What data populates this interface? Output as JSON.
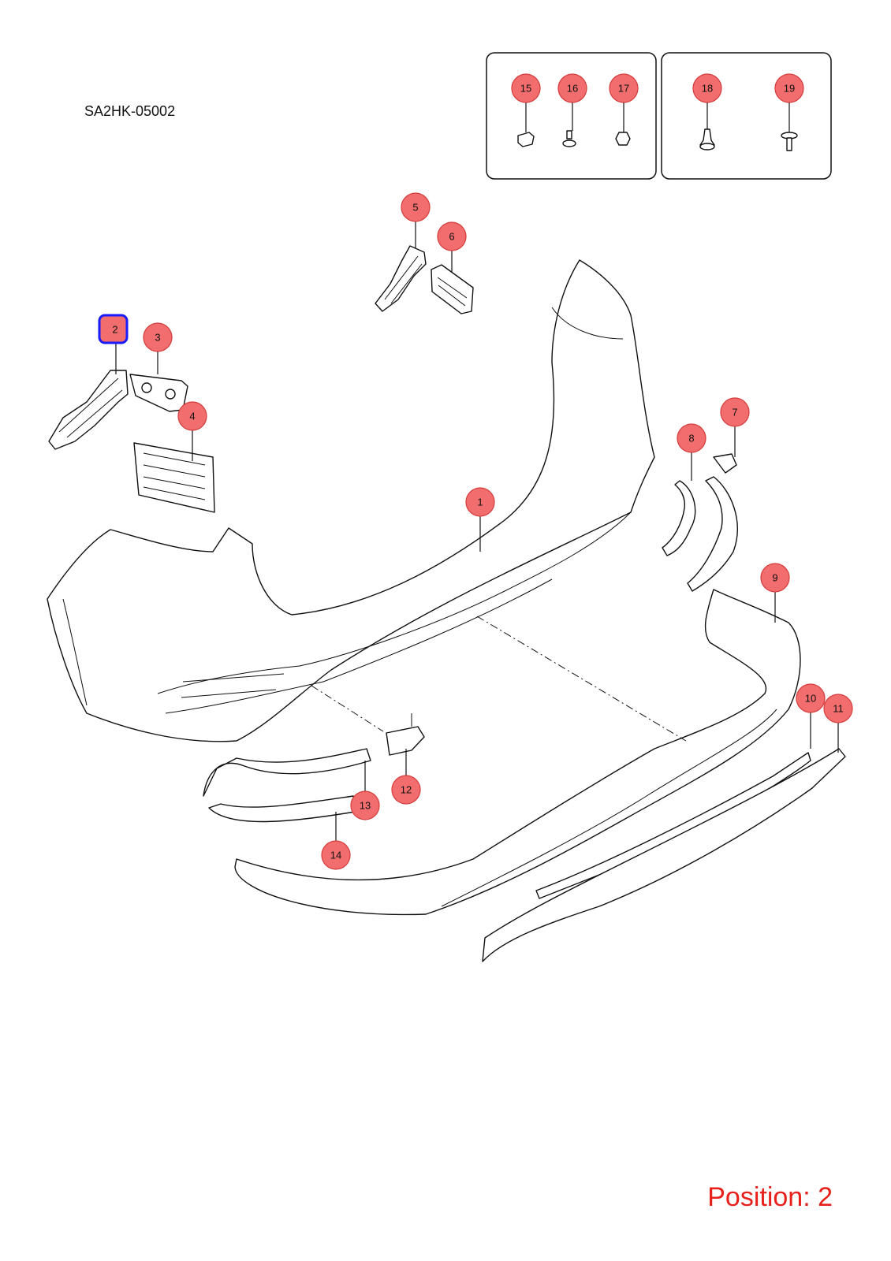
{
  "diagram_code": "SA2HK-05002",
  "position_text": "Position: 2",
  "selected_callout": "2",
  "colors": {
    "callout_fill": "#f26d6d",
    "selected_outline": "#1a1aff",
    "position_text": "#e8201c"
  },
  "callouts": [
    {
      "id": "1",
      "label": "1"
    },
    {
      "id": "2",
      "label": "2"
    },
    {
      "id": "3",
      "label": "3"
    },
    {
      "id": "4",
      "label": "4"
    },
    {
      "id": "5",
      "label": "5"
    },
    {
      "id": "6",
      "label": "6"
    },
    {
      "id": "7",
      "label": "7"
    },
    {
      "id": "8",
      "label": "8"
    },
    {
      "id": "9",
      "label": "9"
    },
    {
      "id": "10",
      "label": "10"
    },
    {
      "id": "11",
      "label": "11"
    },
    {
      "id": "12",
      "label": "12"
    },
    {
      "id": "13",
      "label": "13"
    },
    {
      "id": "14",
      "label": "14"
    },
    {
      "id": "15",
      "label": "15"
    },
    {
      "id": "16",
      "label": "16"
    },
    {
      "id": "17",
      "label": "17"
    },
    {
      "id": "18",
      "label": "18"
    },
    {
      "id": "19",
      "label": "19"
    }
  ]
}
